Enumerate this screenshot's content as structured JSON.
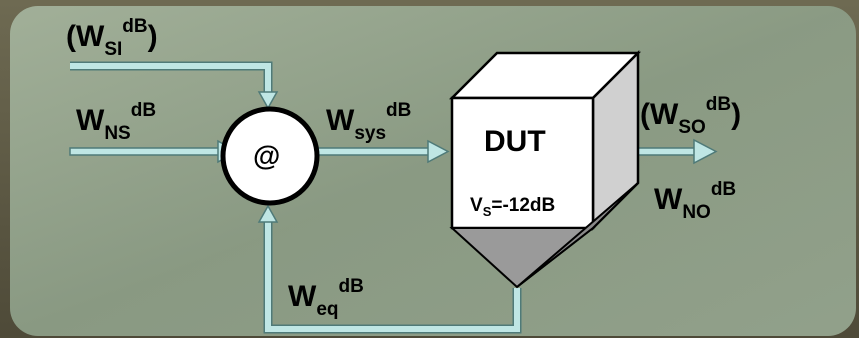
{
  "diagram": {
    "colors": {
      "background_dark": "#4a4a3a",
      "panel": "#8fa08a",
      "arrow": "#bfe6e4",
      "arrow_edge": "#4f7a78",
      "box_front": "#ffffff",
      "box_side": "#d0d0d0",
      "box_hopper": "#9a9a9a"
    },
    "labels": {
      "w_si": {
        "open": "(W",
        "sub": "SI",
        "sup": "dB",
        "close": ")"
      },
      "w_ns": {
        "base": "W",
        "sub": "NS",
        "sup": "dB"
      },
      "w_sys": {
        "base": "W",
        "sub": "sys",
        "sup": "dB"
      },
      "w_so": {
        "open": "(W",
        "sub": "SO",
        "sup": "dB",
        "close": ")"
      },
      "w_no": {
        "base": "W",
        "sub": "NO",
        "sup": "dB"
      },
      "w_eq": {
        "base": "W",
        "sub": "eq",
        "sup": "dB"
      }
    },
    "combiner": {
      "symbol": "@"
    },
    "dut": {
      "title": "DUT",
      "param": {
        "base": "V",
        "sub": "S",
        "value": "=-12dB"
      }
    }
  }
}
